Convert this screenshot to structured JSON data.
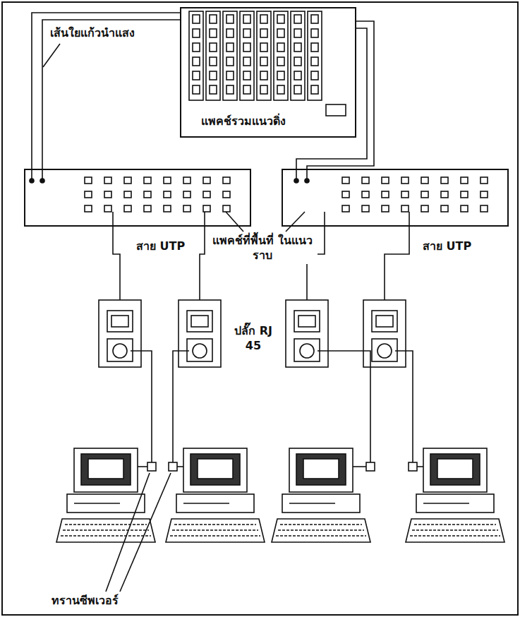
{
  "diagram": {
    "nodes": [
      {
        "text": [
          "แพคช์รวมแนวดิ่ง"
        ]
      }
    ],
    "labels": [
      "เส้นใยแก้วนำแสง",
      "แพคช์ที่พื้นที่ ในแนวราบ",
      "สาย UTP",
      "สาย UTP",
      "ปลั๊ก RJ 45",
      "ทรานซีพเวอร์"
    ]
  }
}
